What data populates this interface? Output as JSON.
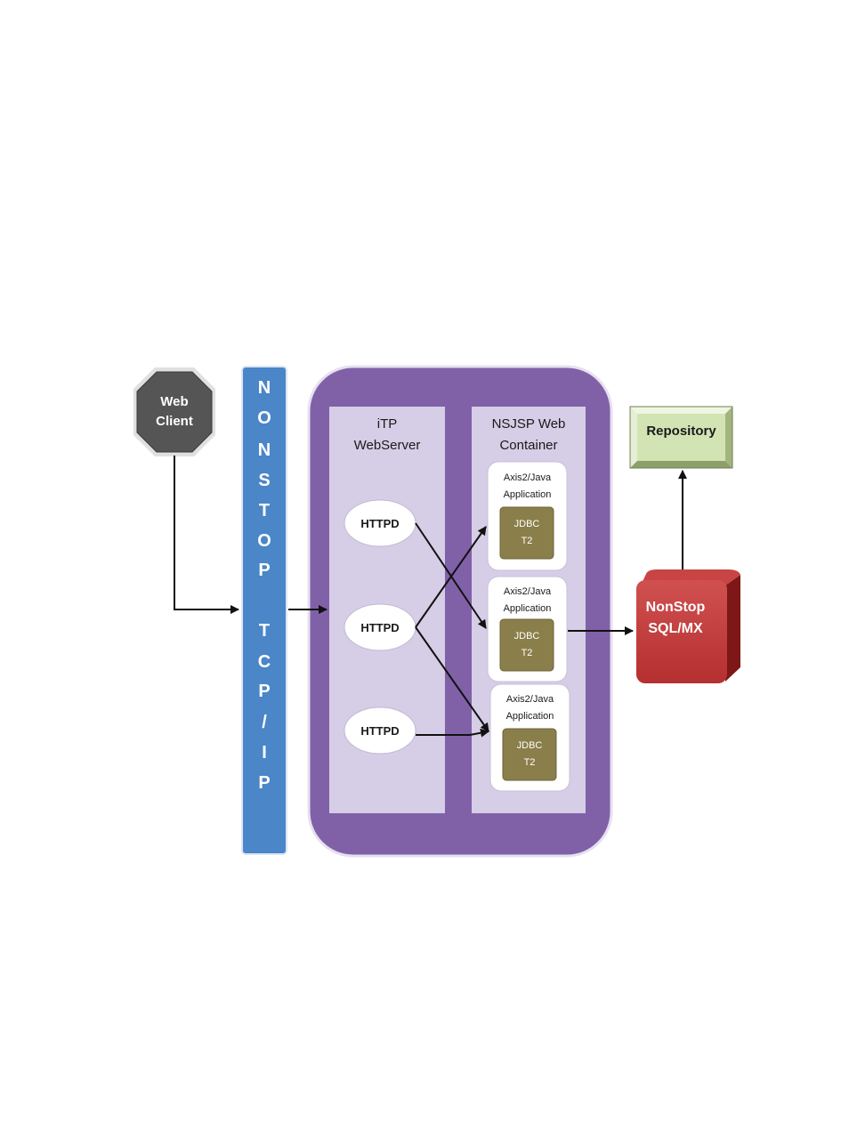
{
  "web_client": {
    "label": "Web\nClient"
  },
  "tcp_bar": {
    "letters": [
      "N",
      "O",
      "N",
      "S",
      "T",
      "O",
      "P",
      "",
      "T",
      "C",
      "P",
      "/",
      "I",
      "P"
    ]
  },
  "itp_webserver": {
    "title": "iTP\nWebServer"
  },
  "httpd": [
    {
      "label": "HTTPD"
    },
    {
      "label": "HTTPD"
    },
    {
      "label": "HTTPD"
    }
  ],
  "nsjsp_container": {
    "title": "NSJSP Web\nContainer"
  },
  "apps": [
    {
      "label": "Axis2/Java\nApplication",
      "jdbc": "JDBC\nT2"
    },
    {
      "label": "Axis2/Java\nApplication",
      "jdbc": "JDBC\nT2"
    },
    {
      "label": "Axis2/Java\nApplication",
      "jdbc": "JDBC\nT2"
    }
  ],
  "repository": {
    "label": "Repository"
  },
  "sqlmx": {
    "label": "NonStop\nSQL/MX"
  },
  "colors": {
    "web_client": "#555555",
    "tcp_bar": "#4a86c8",
    "container": "#8061a8",
    "panel": "#d6cde6",
    "jdbc": "#8a7e4a",
    "repository": "#d2e4b4",
    "sqlmx": "#b02a2a"
  }
}
